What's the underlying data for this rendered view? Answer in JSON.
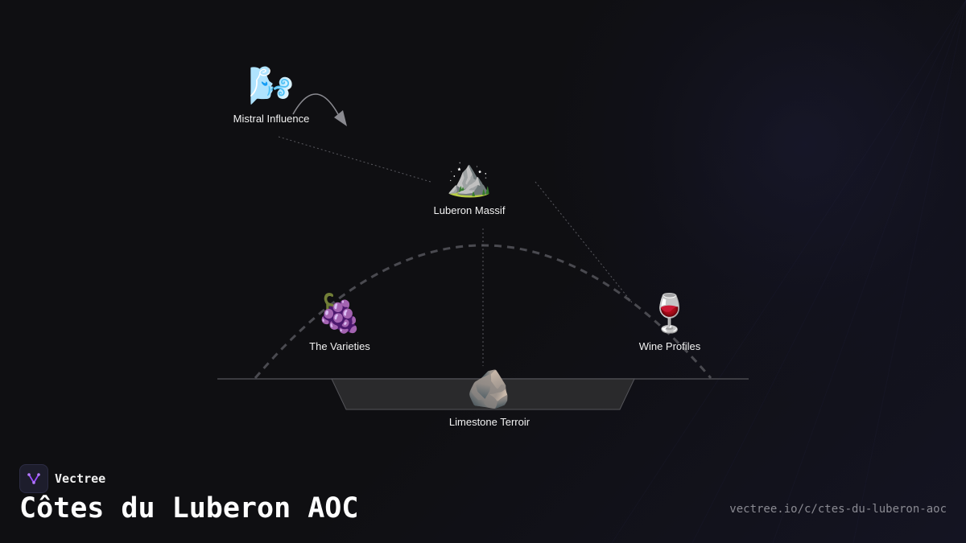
{
  "diagram": {
    "nodes": [
      {
        "id": "mistral",
        "icon": "wind-face-icon",
        "emoji": "🌬️",
        "label": "Mistral Influence"
      },
      {
        "id": "massif",
        "icon": "mountain-icon",
        "emoji": "⛰️",
        "label": "Luberon Massif"
      },
      {
        "id": "varieties",
        "icon": "grapes-icon",
        "emoji": "🍇",
        "label": "The Varieties"
      },
      {
        "id": "profiles",
        "icon": "wine-glass-icon",
        "emoji": "🍷",
        "label": "Wine Profiles"
      },
      {
        "id": "terroir",
        "icon": "rock-icon",
        "emoji": "🪨",
        "label": "Limestone Terroir"
      }
    ]
  },
  "brand": {
    "name": "Vectree",
    "logo_icon": "vectree-logo-icon",
    "accent": "#9b4dff"
  },
  "page": {
    "title": "Côtes du Luberon AOC",
    "url": "vectree.io/c/ctes-du-luberon-aoc"
  }
}
